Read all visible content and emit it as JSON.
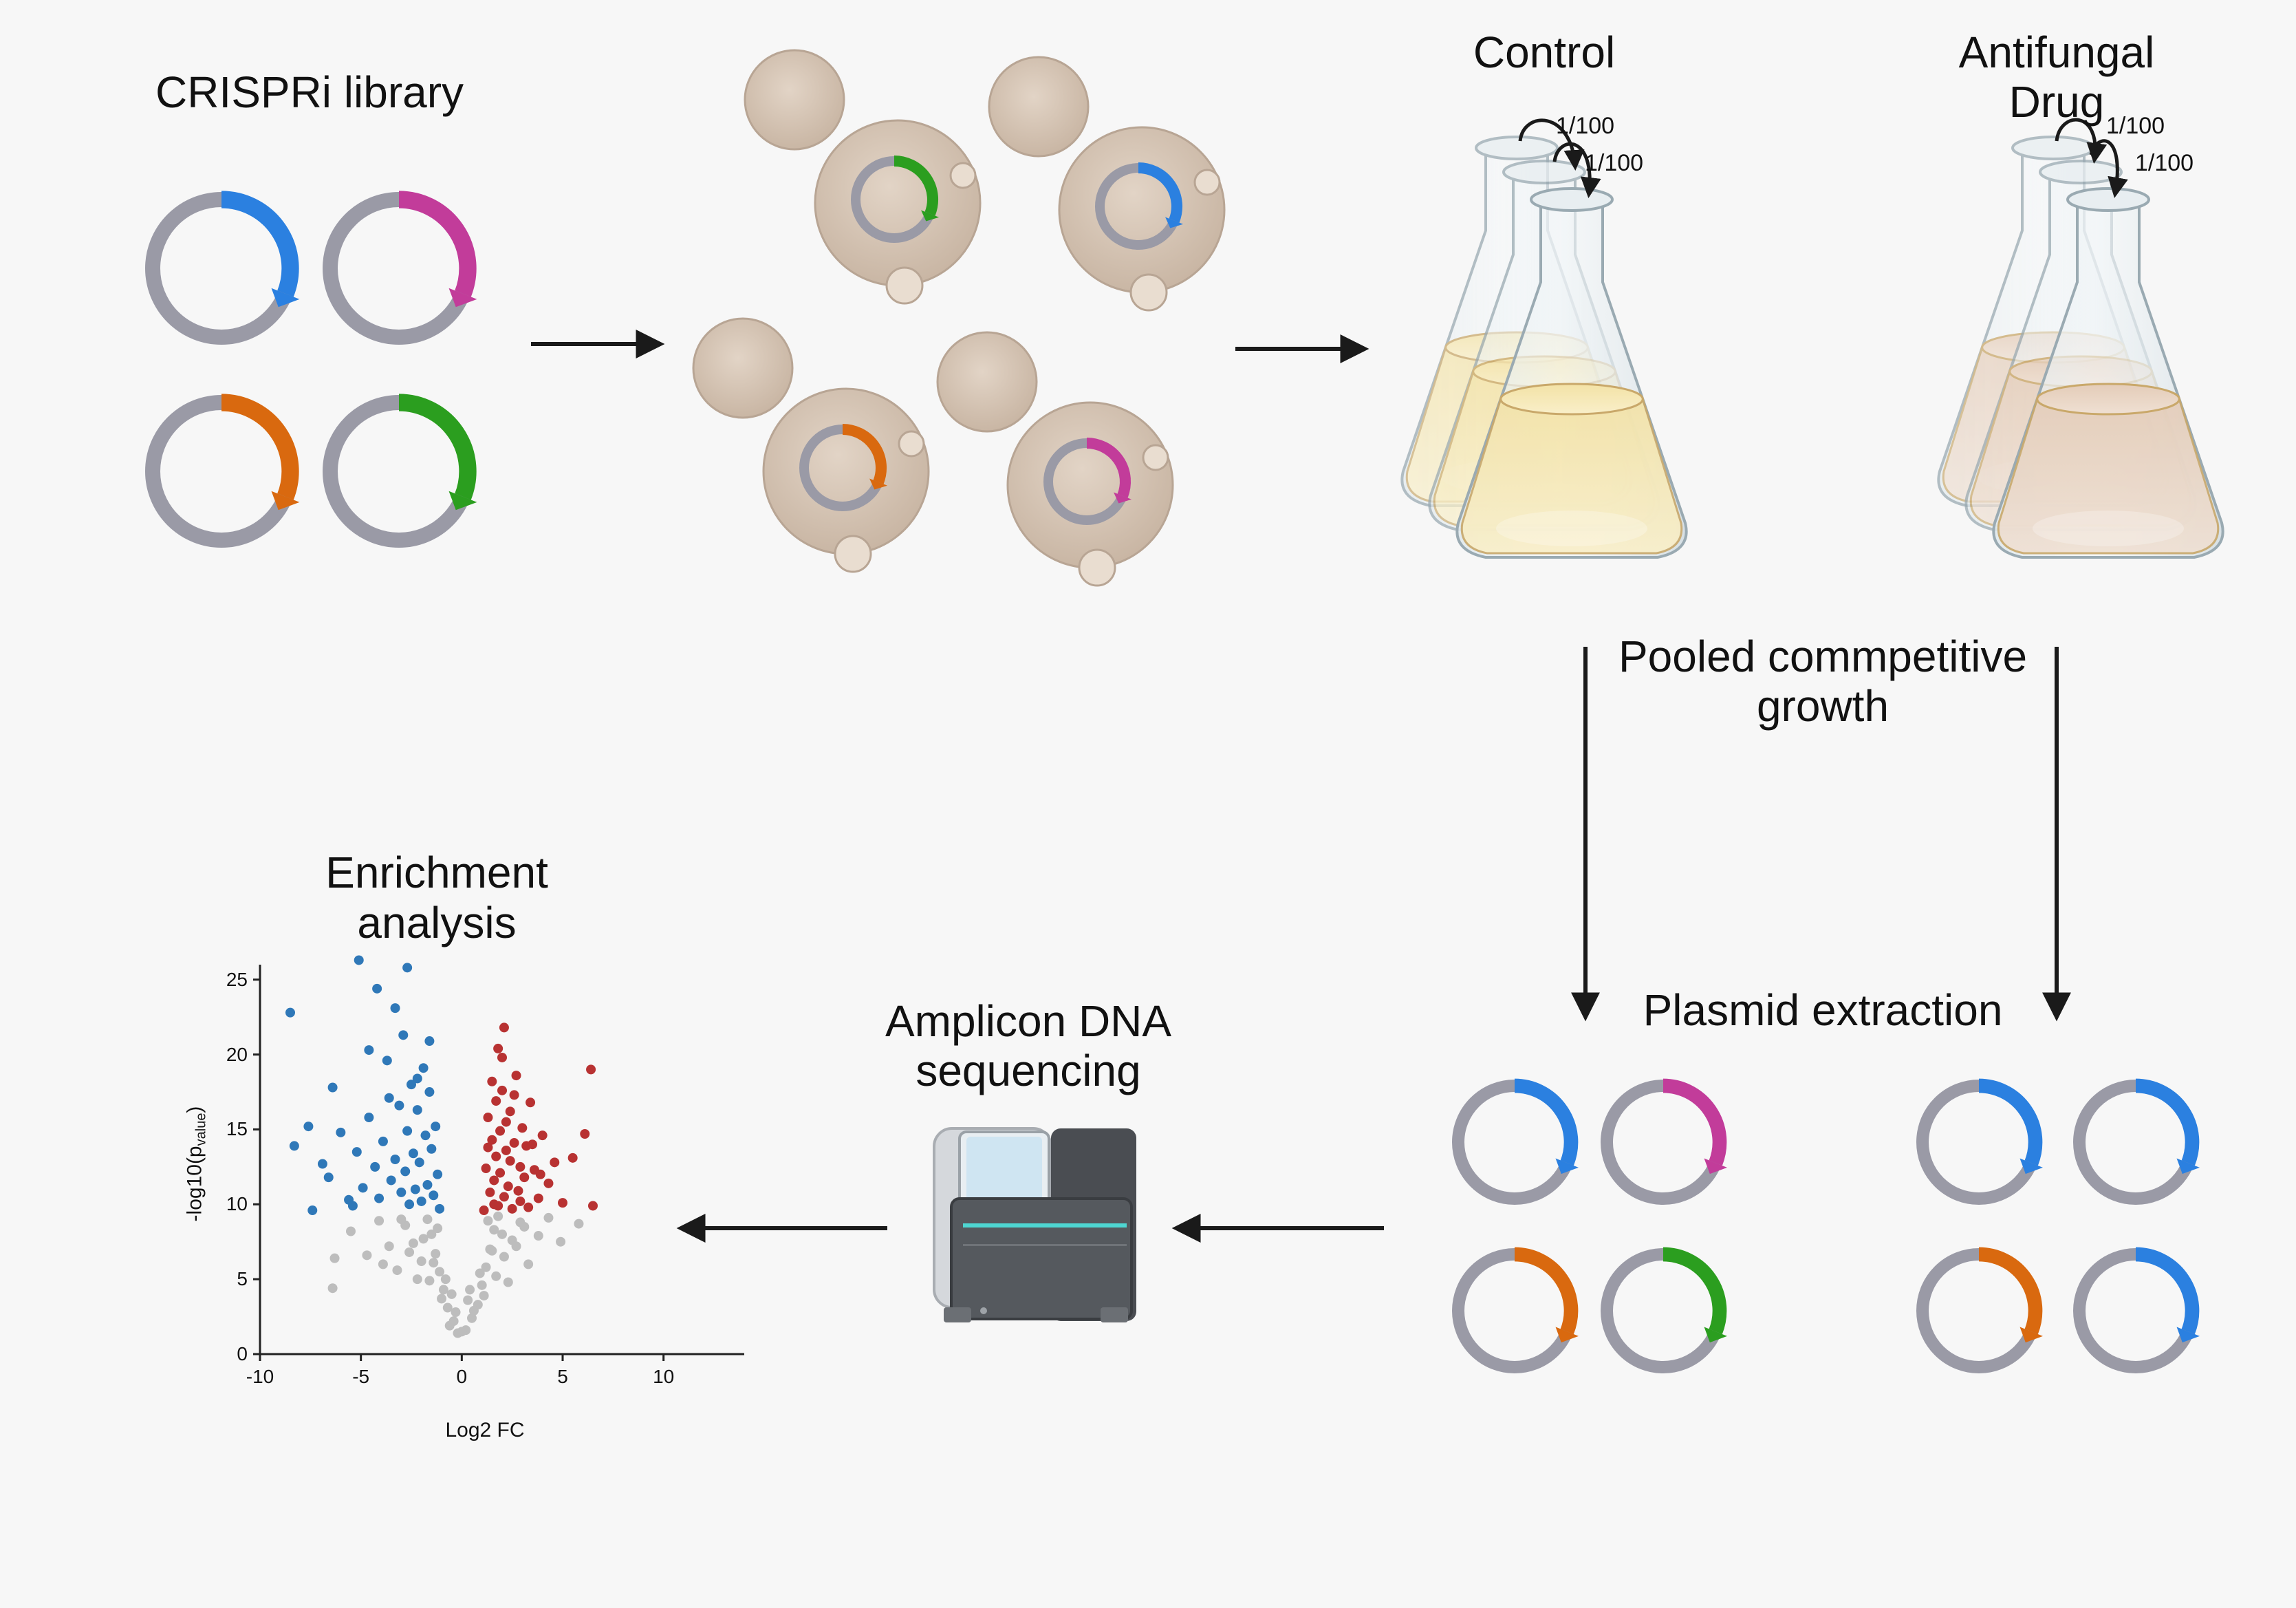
{
  "labels": {
    "library": "CRISPRi library",
    "control": "Control",
    "drug_line1": "Antifungal",
    "drug_line2": "Drug",
    "dilution": "1/100",
    "growth_line1": "Pooled commpetitive",
    "growth_line2": "growth",
    "extraction": "Plasmid extraction",
    "sequencing_line1": "Amplicon DNA",
    "sequencing_line2": "sequencing",
    "enrichment_line1": "Enrichment",
    "enrichment_line2": "analysis"
  },
  "colors": {
    "background": "#f7f7f7",
    "plasmid_ring": "#9a9aa6",
    "blue": "#2b80e0",
    "magenta": "#c23c9a",
    "orange": "#d9690f",
    "green": "#2b9e1f",
    "yeast": "#d6c6b6",
    "control_medium": "#f6e6ad",
    "drug_medium": "#e8d3c1",
    "up_points": "#b83232",
    "down_points": "#2f78b8",
    "ns_points": "#bdbdbd"
  },
  "library_plasmids": [
    "blue",
    "magenta",
    "orange",
    "green"
  ],
  "yeast_plasmids": [
    "green",
    "blue",
    "orange",
    "magenta"
  ],
  "control_plasmids": [
    "blue",
    "magenta",
    "orange",
    "green"
  ],
  "drug_plasmids": [
    "blue",
    "blue",
    "orange",
    "blue"
  ],
  "chart_data": {
    "type": "scatter",
    "title": "",
    "xlabel": "Log2 FC",
    "ylabel_main": "-log10(p",
    "ylabel_sub": "value",
    "ylabel_end": ")",
    "xlim": [
      -10,
      14
    ],
    "ylim": [
      0,
      26
    ],
    "xticks": [
      -10,
      -5,
      0,
      5,
      10
    ],
    "yticks": [
      0,
      5,
      10,
      15,
      20,
      25
    ],
    "xtick_labels": [
      "-10",
      "-5",
      "0",
      "5",
      "10"
    ],
    "ytick_labels": [
      "0",
      "5",
      "10",
      "15",
      "20",
      "25"
    ],
    "up_points": [
      [
        1.1,
        9.6
      ],
      [
        1.2,
        12.4
      ],
      [
        1.3,
        15.8
      ],
      [
        1.4,
        10.8
      ],
      [
        1.5,
        14.3
      ],
      [
        1.5,
        18.2
      ],
      [
        1.6,
        11.6
      ],
      [
        1.7,
        13.2
      ],
      [
        1.7,
        16.9
      ],
      [
        1.8,
        9.9
      ],
      [
        1.9,
        12.1
      ],
      [
        1.9,
        14.9
      ],
      [
        2.0,
        17.6
      ],
      [
        2.0,
        19.8
      ],
      [
        2.1,
        10.5
      ],
      [
        2.2,
        13.6
      ],
      [
        2.2,
        15.5
      ],
      [
        2.3,
        11.2
      ],
      [
        2.4,
        12.9
      ],
      [
        2.4,
        16.2
      ],
      [
        2.5,
        9.7
      ],
      [
        2.6,
        14.1
      ],
      [
        2.7,
        18.6
      ],
      [
        2.8,
        10.9
      ],
      [
        2.9,
        12.5
      ],
      [
        3.0,
        15.1
      ],
      [
        3.1,
        11.8
      ],
      [
        3.2,
        13.9
      ],
      [
        3.3,
        9.8
      ],
      [
        3.4,
        16.8
      ],
      [
        3.6,
        12.3
      ],
      [
        3.8,
        10.4
      ],
      [
        4.0,
        14.6
      ],
      [
        4.3,
        11.4
      ],
      [
        4.6,
        12.8
      ],
      [
        5.0,
        10.1
      ],
      [
        5.5,
        13.1
      ],
      [
        6.1,
        14.7
      ],
      [
        6.4,
        19.0
      ],
      [
        6.5,
        9.9
      ],
      [
        2.1,
        21.8
      ],
      [
        1.8,
        20.4
      ],
      [
        2.6,
        17.3
      ],
      [
        3.5,
        14.0
      ],
      [
        1.3,
        13.8
      ],
      [
        2.9,
        10.2
      ],
      [
        3.9,
        12.0
      ],
      [
        1.6,
        10.0
      ]
    ],
    "down_points": [
      [
        -1.1,
        9.7
      ],
      [
        -1.2,
        12.0
      ],
      [
        -1.3,
        15.2
      ],
      [
        -1.4,
        10.6
      ],
      [
        -1.5,
        13.7
      ],
      [
        -1.6,
        17.5
      ],
      [
        -1.7,
        11.3
      ],
      [
        -1.8,
        14.6
      ],
      [
        -1.9,
        19.1
      ],
      [
        -2.0,
        10.2
      ],
      [
        -2.1,
        12.8
      ],
      [
        -2.2,
        16.3
      ],
      [
        -2.3,
        11.0
      ],
      [
        -2.4,
        13.4
      ],
      [
        -2.5,
        18.0
      ],
      [
        -2.6,
        10.0
      ],
      [
        -2.7,
        14.9
      ],
      [
        -2.8,
        12.2
      ],
      [
        -2.9,
        21.3
      ],
      [
        -3.0,
        10.8
      ],
      [
        -3.1,
        16.6
      ],
      [
        -3.3,
        13.0
      ],
      [
        -3.5,
        11.6
      ],
      [
        -3.7,
        19.6
      ],
      [
        -3.9,
        14.2
      ],
      [
        -4.1,
        10.4
      ],
      [
        -4.3,
        12.5
      ],
      [
        -4.6,
        15.8
      ],
      [
        -4.9,
        11.1
      ],
      [
        -5.2,
        13.5
      ],
      [
        -5.6,
        10.3
      ],
      [
        -6.0,
        14.8
      ],
      [
        -6.4,
        17.8
      ],
      [
        -6.9,
        12.7
      ],
      [
        -7.4,
        9.6
      ],
      [
        -8.3,
        13.9
      ],
      [
        -8.5,
        22.8
      ],
      [
        -3.3,
        23.1
      ],
      [
        -4.2,
        24.4
      ],
      [
        -5.1,
        26.3
      ],
      [
        -2.7,
        25.8
      ],
      [
        -4.6,
        20.3
      ],
      [
        -1.6,
        20.9
      ],
      [
        -2.2,
        18.4
      ],
      [
        -3.6,
        17.1
      ],
      [
        -6.6,
        11.8
      ],
      [
        -7.6,
        15.2
      ],
      [
        -5.4,
        9.9
      ]
    ],
    "ns_points": [
      [
        -0.2,
        1.4
      ],
      [
        0.2,
        1.6
      ],
      [
        -0.4,
        2.2
      ],
      [
        0.5,
        2.4
      ],
      [
        -0.7,
        3.1
      ],
      [
        0.8,
        3.3
      ],
      [
        -0.9,
        4.3
      ],
      [
        1.0,
        4.6
      ],
      [
        -1.1,
        5.5
      ],
      [
        1.2,
        5.8
      ],
      [
        -1.3,
        6.7
      ],
      [
        1.4,
        7.0
      ],
      [
        -1.5,
        8.0
      ],
      [
        1.6,
        8.3
      ],
      [
        -1.7,
        9.0
      ],
      [
        1.8,
        9.2
      ],
      [
        -0.6,
        1.9
      ],
      [
        0.6,
        2.9
      ],
      [
        -1.0,
        3.7
      ],
      [
        1.1,
        3.9
      ],
      [
        -1.6,
        4.9
      ],
      [
        1.7,
        5.2
      ],
      [
        -2.0,
        6.2
      ],
      [
        2.1,
        6.5
      ],
      [
        -2.4,
        7.4
      ],
      [
        2.5,
        7.6
      ],
      [
        -2.8,
        8.6
      ],
      [
        2.9,
        8.8
      ],
      [
        -3.2,
        5.6
      ],
      [
        3.3,
        6.0
      ],
      [
        -3.6,
        7.2
      ],
      [
        3.8,
        7.9
      ],
      [
        -4.1,
        8.9
      ],
      [
        4.3,
        9.1
      ],
      [
        -4.7,
        6.6
      ],
      [
        4.9,
        7.5
      ],
      [
        -5.5,
        8.2
      ],
      [
        5.8,
        8.7
      ],
      [
        -6.3,
        6.4
      ],
      [
        -6.4,
        4.4
      ],
      [
        0.0,
        1.5
      ],
      [
        -0.3,
        2.8
      ],
      [
        0.3,
        3.6
      ],
      [
        -0.8,
        5.0
      ],
      [
        0.9,
        5.4
      ],
      [
        -1.4,
        6.1
      ],
      [
        1.5,
        6.9
      ],
      [
        -2.2,
        5.0
      ],
      [
        2.3,
        4.8
      ],
      [
        -1.9,
        7.7
      ],
      [
        2.0,
        8.0
      ],
      [
        -2.6,
        6.8
      ],
      [
        2.7,
        7.2
      ],
      [
        -3.0,
        9.0
      ],
      [
        3.1,
        8.5
      ],
      [
        -0.5,
        4.0
      ],
      [
        0.4,
        4.3
      ],
      [
        -1.2,
        8.4
      ],
      [
        1.3,
        8.9
      ],
      [
        -3.9,
        6.0
      ]
    ]
  }
}
